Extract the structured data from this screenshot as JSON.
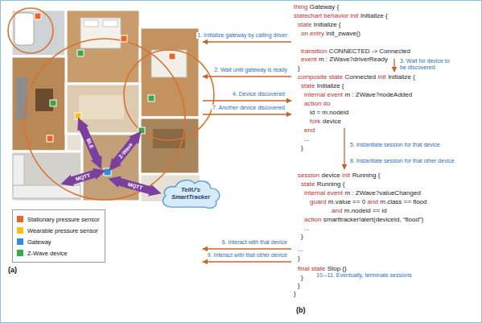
{
  "diagram": {
    "nodes": [
      {
        "text": [
          "TellU's SmartTracker"
        ]
      }
    ],
    "labels": [
      "(a)",
      "(b)",
      "BLE",
      "Z-Wave",
      "MQTT",
      "MQTT",
      "1. Initialize gateway by calling driver",
      "2. Wait until gateway is ready",
      "3. Wait for device to be discovered",
      "4. Device discovered",
      "7. Another device discovered",
      "5. Instantiate session for that device",
      "8. Instantiate session for that other device",
      "6. Interact with that device",
      "9. Interact with that other device",
      "10.–11. Eventually, terminate sessions",
      "thing",
      "Gateway {",
      "statechart behavior init",
      "Initialize {",
      "state",
      "Initialize {",
      "on entry",
      "init_zwave()",
      "transition",
      "CONNECTED -> Connected",
      "event",
      "m : ZWave?driverReady",
      "}",
      "composite state",
      "Connected",
      "init",
      "Initialize {",
      "state",
      "Initialize {",
      "internal event",
      "m : ZWave?nodeAdded",
      "action do",
      "id = m.nodeid",
      "fork",
      "device",
      "end",
      "...",
      "}",
      "session",
      "device",
      "init",
      "Running {",
      "state",
      "Running {",
      "internal event",
      "m : ZWave?valueChanged",
      "guard",
      "m.value == 0",
      "and",
      "m.class == flood",
      "and",
      "m.nodeid == id",
      "action",
      "smarttracker!alert(deviceId, “flood”)",
      "...",
      "}",
      "...",
      "}",
      "final state",
      "Stop {}",
      "}",
      "}",
      "}"
    ],
    "legend": [
      {
        "text": "Stationary pressure sensor",
        "color": "#e8662a"
      },
      {
        "text": "Wearable pressure sensor",
        "color": "#f6c21a"
      },
      {
        "text": "Gateway",
        "color": "#2b8fd8"
      },
      {
        "text": "Z-Wave device",
        "color": "#38a84a"
      }
    ]
  }
}
